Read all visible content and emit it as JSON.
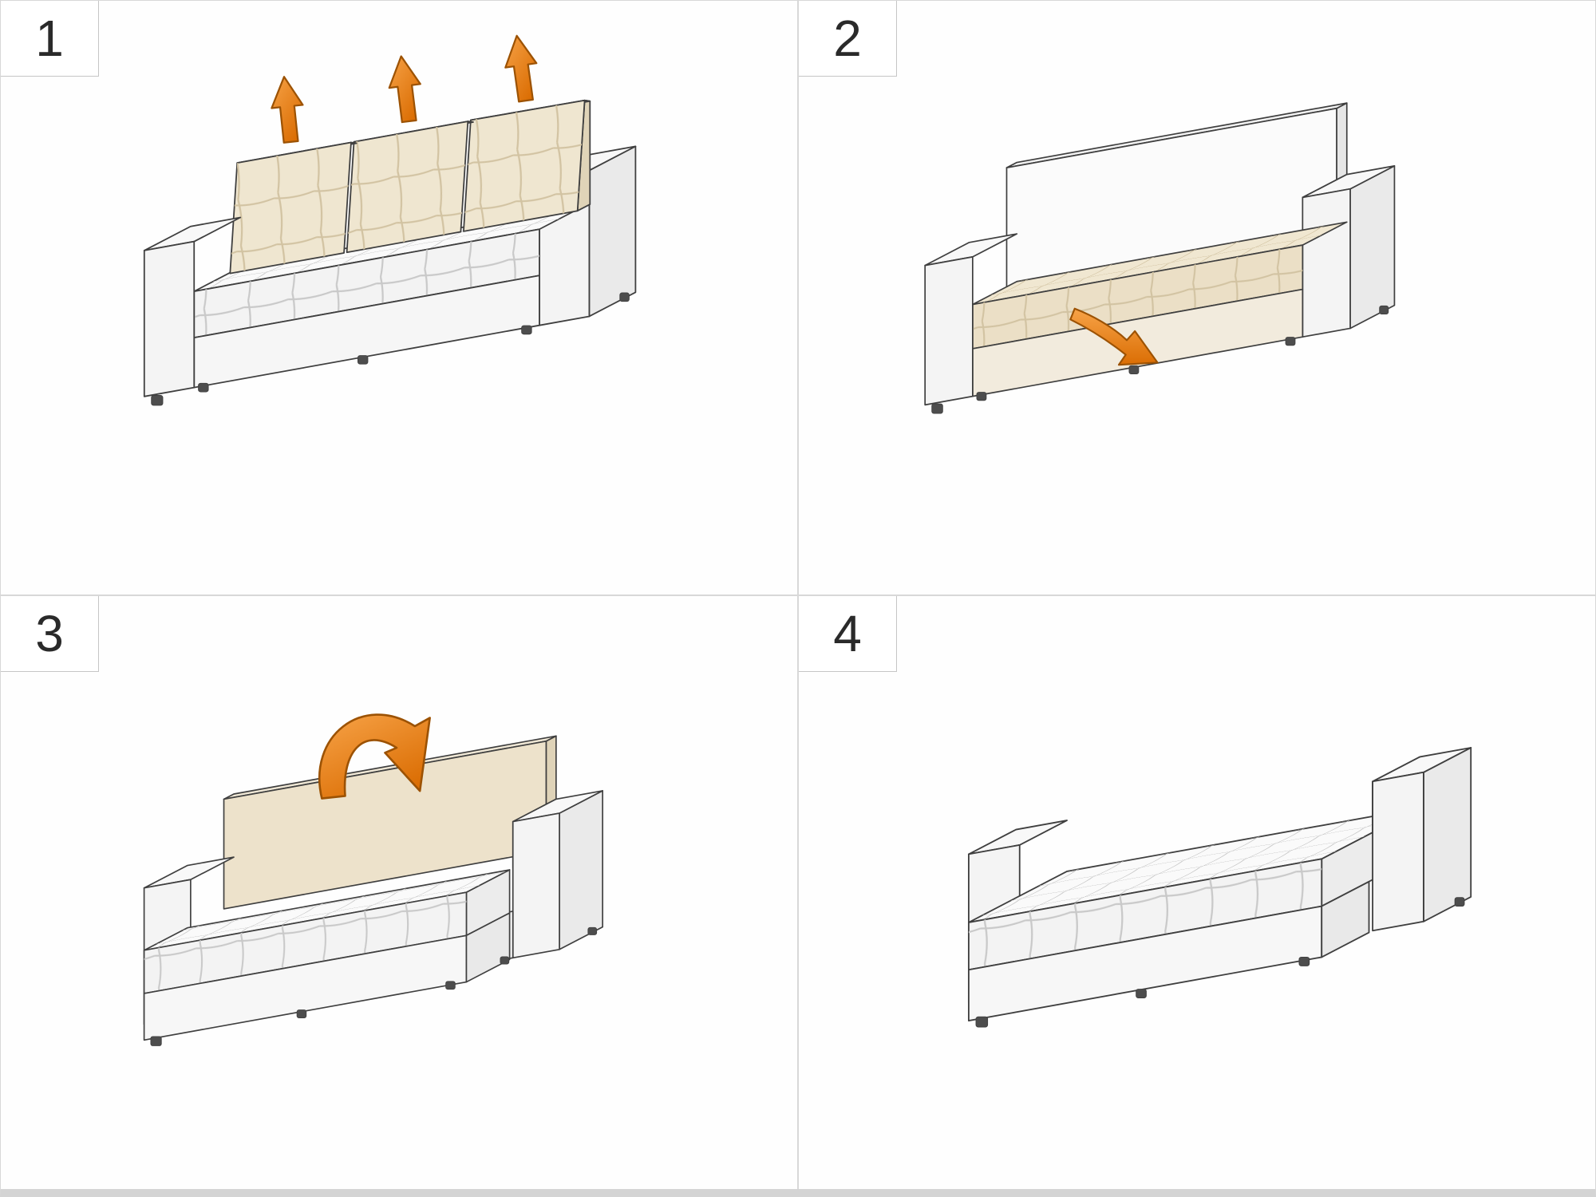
{
  "sheet": {
    "divider_color": "#d8d8d8",
    "background": "#ffffff"
  },
  "colors": {
    "accent_orange": "#E8821E",
    "accent_orange_dark": "#9C5203",
    "outline": "#3F3F3F",
    "beige_cushion": "#EFE6D0",
    "white_upholstery": "#F7F7F7"
  },
  "panels": [
    {
      "number": "1",
      "illustration": "sofa-with-back-cushions-lift-off",
      "icons": [
        "arrow-up-icon",
        "arrow-up-icon",
        "arrow-up-icon"
      ]
    },
    {
      "number": "2",
      "illustration": "sofa-backrest-bare-pull-base-out",
      "icons": [
        "arrow-pull-out-icon"
      ]
    },
    {
      "number": "3",
      "illustration": "sofa-seat-pulled-fold-backrest",
      "icons": [
        "arrow-fold-over-icon"
      ]
    },
    {
      "number": "4",
      "illustration": "sofa-bed-flat",
      "icons": []
    }
  ]
}
